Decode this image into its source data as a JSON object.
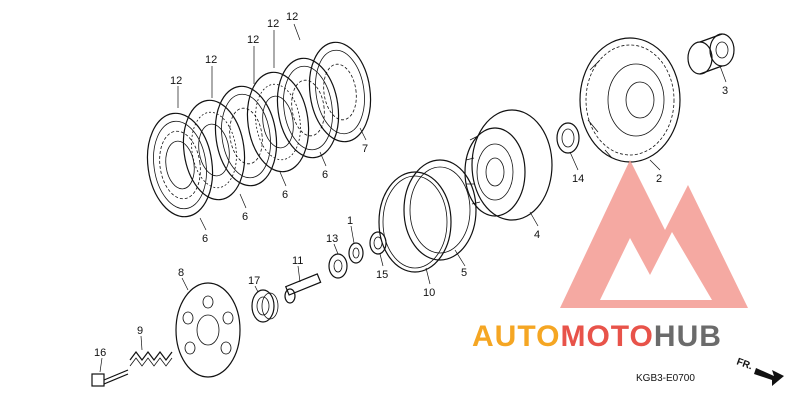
{
  "diagram_code": "KGB3-E0700",
  "direction_label": "FR.",
  "watermark": {
    "part1": "AUTO",
    "part2": "MOTO",
    "part3": "HUB",
    "color_orange": "#f5a623",
    "color_red": "#e8534a",
    "color_gray": "#6b6b6b"
  },
  "callouts": [
    {
      "id": "c-12-a",
      "text": "12"
    },
    {
      "id": "c-12-b",
      "text": "12"
    },
    {
      "id": "c-12-c",
      "text": "12"
    },
    {
      "id": "c-12-d",
      "text": "12"
    },
    {
      "id": "c-12-e",
      "text": "12"
    },
    {
      "id": "c-7",
      "text": "7"
    },
    {
      "id": "c-6-a",
      "text": "6"
    },
    {
      "id": "c-6-b",
      "text": "6"
    },
    {
      "id": "c-6-c",
      "text": "6"
    },
    {
      "id": "c-6-d",
      "text": "6"
    },
    {
      "id": "c-3",
      "text": "3"
    },
    {
      "id": "c-14",
      "text": "14"
    },
    {
      "id": "c-2",
      "text": "2"
    },
    {
      "id": "c-4",
      "text": "4"
    },
    {
      "id": "c-5",
      "text": "5"
    },
    {
      "id": "c-10",
      "text": "10"
    },
    {
      "id": "c-1",
      "text": "1"
    },
    {
      "id": "c-13",
      "text": "13"
    },
    {
      "id": "c-15",
      "text": "15"
    },
    {
      "id": "c-11",
      "text": "11"
    },
    {
      "id": "c-17",
      "text": "17"
    },
    {
      "id": "c-8",
      "text": "8"
    },
    {
      "id": "c-9",
      "text": "9"
    },
    {
      "id": "c-16",
      "text": "16"
    }
  ]
}
